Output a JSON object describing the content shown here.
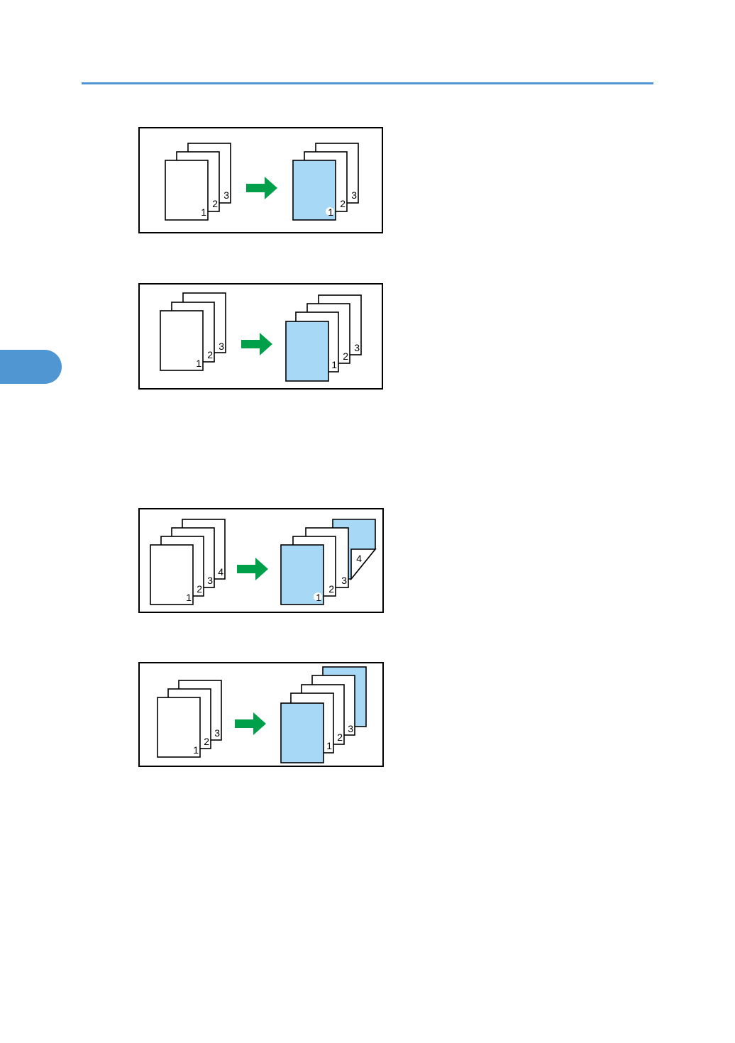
{
  "colors": {
    "accent": "#4f96d3",
    "copy_fill": "#a7d8f5",
    "arrow": "#00a04a",
    "paper": "#ffffff"
  },
  "figures": [
    {
      "name": "figure-front-cover",
      "original_labels": [
        "1",
        "2",
        "3"
      ],
      "copy_labels": [
        "1",
        "2",
        "3"
      ],
      "highlight": "first-page",
      "icon": "arrow-right-icon"
    },
    {
      "name": "figure-front-cover-blank",
      "original_labels": [
        "1",
        "2",
        "3"
      ],
      "copy_labels": [
        "1",
        "2",
        "3"
      ],
      "highlight": "inserted-front-sheet",
      "icon": "arrow-right-icon"
    },
    {
      "name": "figure-front-back-cover",
      "original_labels": [
        "1",
        "2",
        "3",
        "4"
      ],
      "copy_labels": [
        "1",
        "2",
        "3",
        "4"
      ],
      "highlight": "first-and-last-page",
      "icon": "arrow-right-icon"
    },
    {
      "name": "figure-front-back-cover-blank",
      "original_labels": [
        "1",
        "2",
        "3"
      ],
      "copy_labels": [
        "1",
        "2",
        "3"
      ],
      "highlight": "inserted-front-and-back-sheets",
      "icon": "arrow-right-icon"
    }
  ]
}
